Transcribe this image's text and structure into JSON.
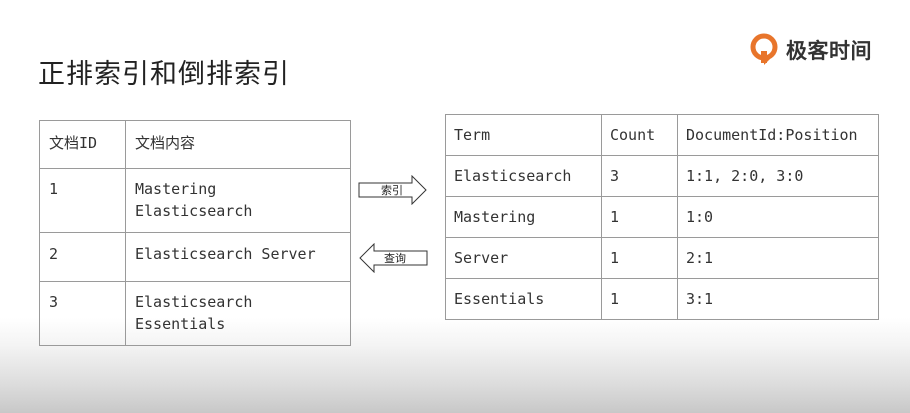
{
  "slide": {
    "title": "正排索引和倒排索引",
    "brand": "极客时间"
  },
  "forward_index": {
    "headers": [
      "文档ID",
      "文档内容"
    ],
    "rows": [
      {
        "id": "1",
        "content_line1": "Mastering",
        "content_line2": "Elasticsearch"
      },
      {
        "id": "2",
        "content_line1": "Elasticsearch Server",
        "content_line2": ""
      },
      {
        "id": "3",
        "content_line1": "Elasticsearch",
        "content_line2": "Essentials"
      }
    ]
  },
  "arrows": {
    "to_inverted": "索引",
    "to_forward": "查询"
  },
  "inverted_index": {
    "headers": [
      "Term",
      "Count",
      "DocumentId:Position"
    ],
    "rows": [
      [
        "Elasticsearch",
        "3",
        "1:1, 2:0, 3:0"
      ],
      [
        "Mastering",
        "1",
        "1:0"
      ],
      [
        "Server",
        "1",
        "2:1"
      ],
      [
        "Essentials",
        "1",
        "3:1"
      ]
    ]
  },
  "colors": {
    "brand_orange": "#e8752b",
    "table_border": "#9a9a9a",
    "text": "#333333"
  },
  "icons": [
    "geektime-logo-icon",
    "arrow-right-icon",
    "arrow-left-icon"
  ]
}
